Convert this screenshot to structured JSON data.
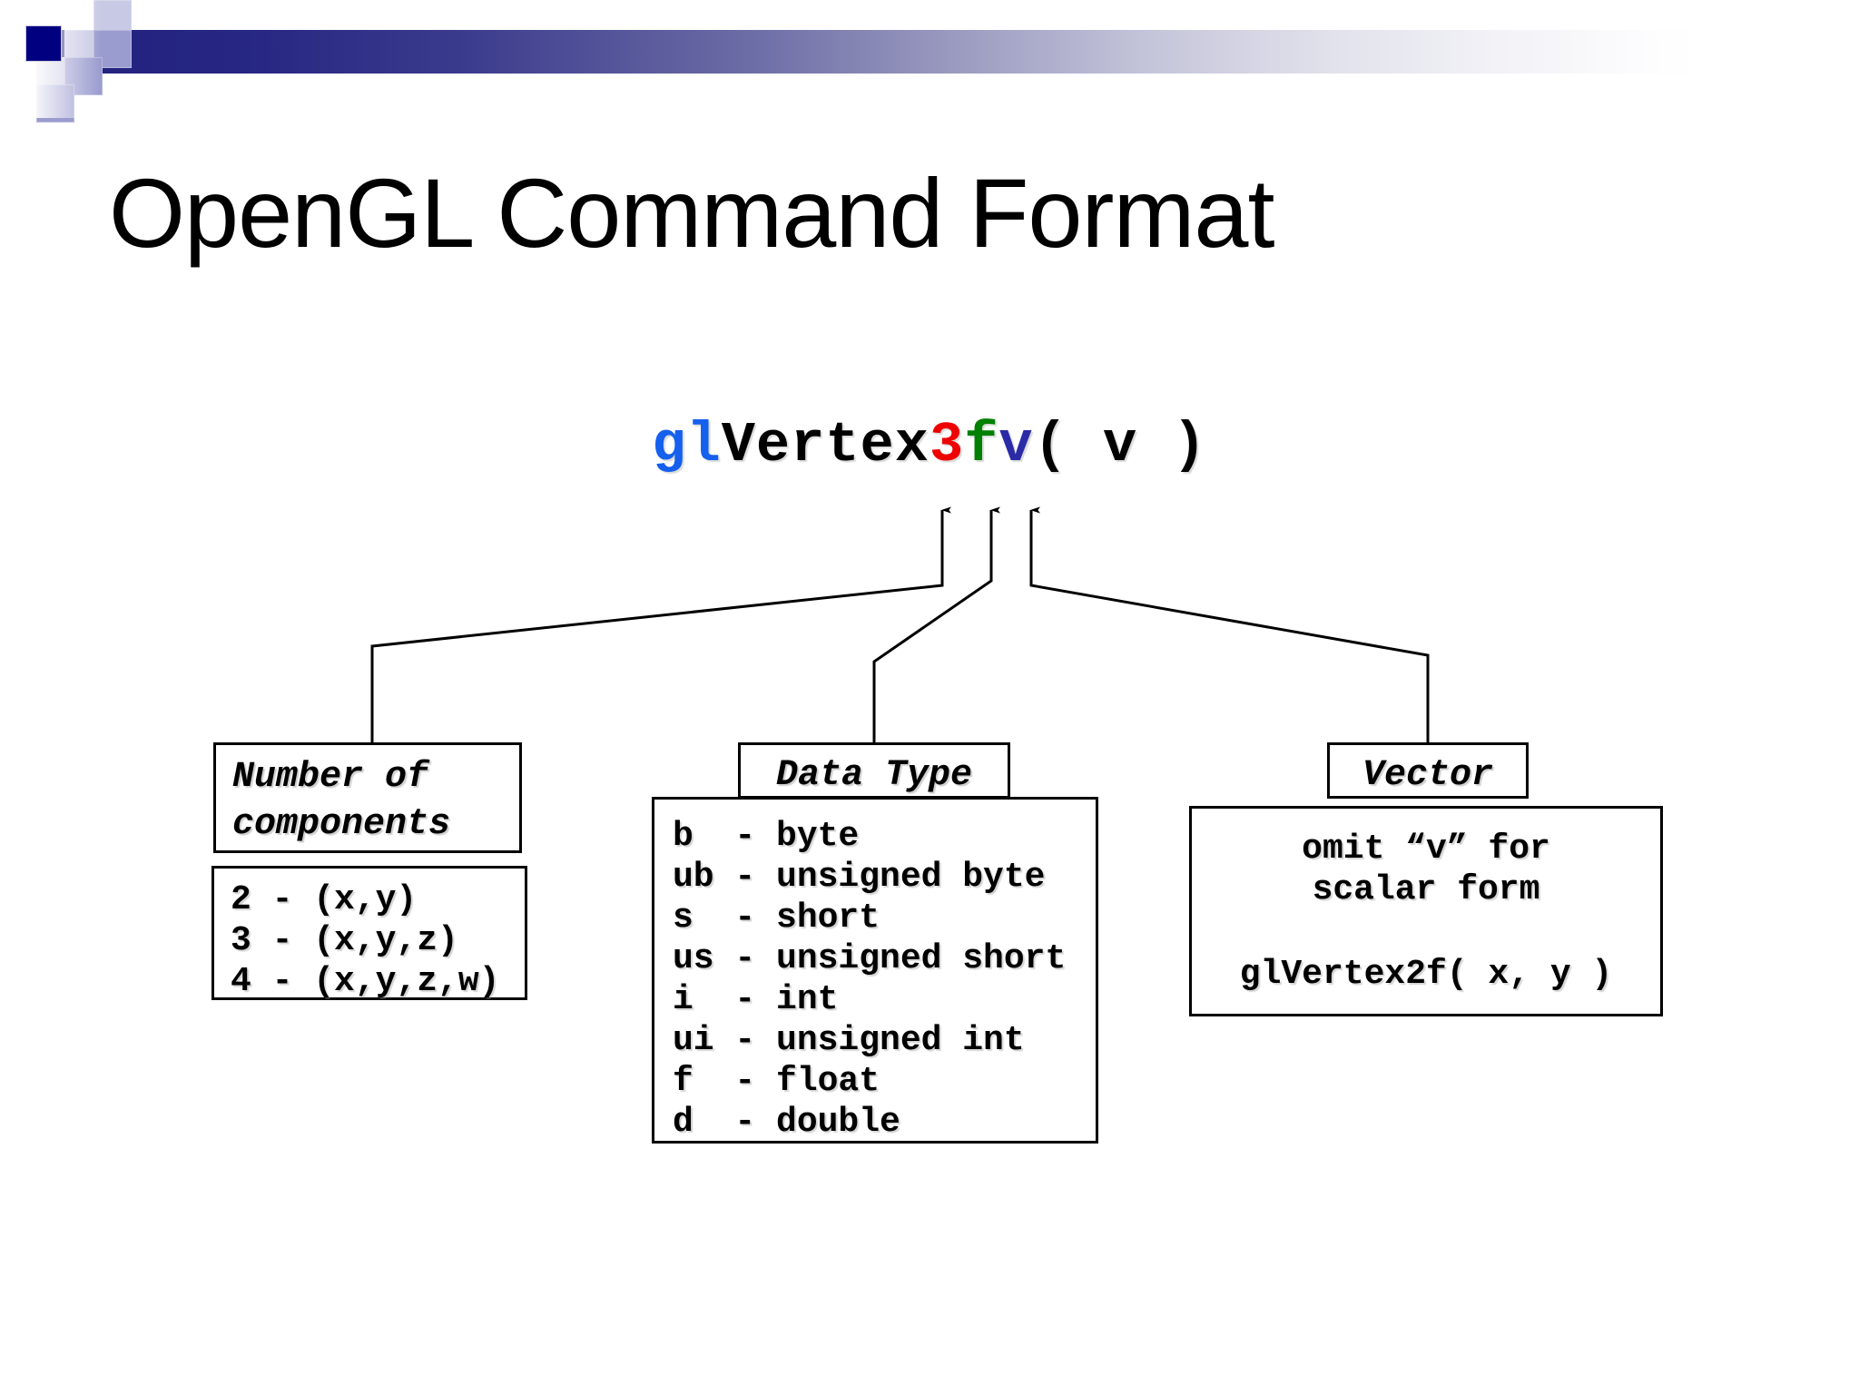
{
  "slide": {
    "title": "OpenGL Command Format",
    "background_color": "#ffffff"
  },
  "header": {
    "bar_gradient_from": "#23237e",
    "bar_gradient_to": "#ffffff",
    "accent_dark": "#000080",
    "accent_light": "#c8c9e4",
    "accent_mid": "#9a9bcf"
  },
  "command": {
    "prefix": "gl",
    "name": "Vertex",
    "component_count": "3",
    "data_type": "f",
    "vector_suffix": "v",
    "arg_open": "( ",
    "arg_value": "v",
    "arg_close": " )",
    "colors": {
      "prefix": "#1560ED",
      "name": "#000000",
      "component_count": "#EE0000",
      "data_type": "#008000",
      "vector_suffix": "#2B2BA8",
      "args": "#000000"
    }
  },
  "panels": {
    "number_of_components": {
      "header_line1": "Number of",
      "header_line2": "components",
      "rows": [
        "2 - (x,y)",
        "3 - (x,y,z)",
        "4 - (x,y,z,w)"
      ]
    },
    "data_type": {
      "header": "Data Type",
      "rows": [
        "b  - byte",
        "ub - unsigned byte",
        "s  - short",
        "us - unsigned short",
        "i  - int",
        "ui - unsigned int",
        "f  - float",
        "d  - double"
      ]
    },
    "vector": {
      "header": "Vector",
      "note_line1": "omit “v” for",
      "note_line2": "scalar form",
      "example": "glVertex2f( x, y )"
    }
  }
}
